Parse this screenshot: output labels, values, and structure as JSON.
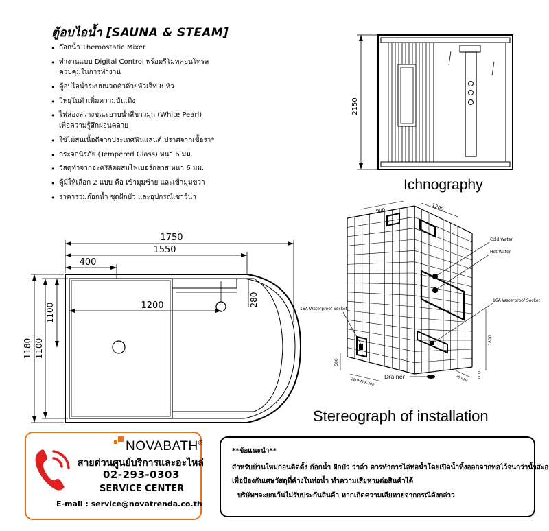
{
  "title": "ตู้อบไอน้ำ [SAUNA & STEAM]",
  "features": [
    "ก๊อกน้ำ Themostatic Mixer",
    "ทำงานแบบ Digital Control พร้อมรีโมทคอนโทรล",
    "ควบคุมในการทำงาน",
    "ตู้อบไอน้ำระบบนวดตัวด้วยหัวเจ็ท 8 หัว",
    "วิทยุในตัวเพิ่มความบันเทิง",
    "ไฟส่องสว่างขณะอาบน้ำสีขาวมุก (White Pearl)",
    "เพื่อความรู้สึกผ่อนคลาย",
    "ใช้ไม้สนเนื้อดีจากประเทศฟินแลนด์ ปราศจากเชื้อรา*",
    "กระจกนิรภัย (Tempered Glass) หนา 6 มม.",
    "วัสดุทำจากอะคริลิคผสมไฟเบอร์กลาส หนา 6 มม.",
    "ตู้มีให้เลือก 2 แบบ คือ เข้ามุมซ้าย และเข้ามุมขวา",
    "ราคารวมก๊อกน้ำ ชุดฝักบัว และอุปกรณ์เซาว์น่า"
  ],
  "feature_bullets": [
    true,
    true,
    false,
    true,
    true,
    true,
    false,
    true,
    true,
    true,
    true,
    true
  ],
  "plan": {
    "dim_total_width": "1750",
    "dim_inner_width": "1550",
    "dim_seat": "400",
    "dim_depth_outer": "1180",
    "dim_depth_mid": "1100",
    "dim_depth_inner": "1100",
    "dim_inner_length": "1200",
    "dim_drain_offset": "280"
  },
  "ichnography": {
    "label": "Ichnography",
    "height_dim": "2150"
  },
  "stereograph": {
    "label": "Stereograph of installation",
    "dim_top_left": "900",
    "dim_top_right": "1200",
    "cold_water": "Cold Water",
    "hot_water": "Hot Water",
    "socket_left": "16A Waterproof Socket",
    "socket_right": "16A Waterproof Socket",
    "drainer": "Drainer",
    "dim_right_height": "1800",
    "dim_left_small": "500",
    "dim_bottom_left": "280MM-X-280",
    "dim_bottom_right": "280MM",
    "dim_side": "1100"
  },
  "service": {
    "brand": "NOVABATH",
    "reg": "®",
    "hotline": "สายด่วนศูนย์บริการและอะไหล่",
    "phone": "02-293-0303",
    "center": "SERVICE CENTER",
    "email": "E-mail : service@novatrenda.co.th"
  },
  "note": {
    "heading": "**ข้อแนะนำ**",
    "line1": "สำหรับบ้านใหม่ก่อนติดตั้ง ก๊อกน้ำ ฝักบัว วาล์ว ควรทำการไล่ท่อน้ำโดยเปิดน้ำทิ้งออกจากท่อไว้จนกว่าน้ำสะอาด",
    "line2": "เพื่อป้องกันเศษวัสดุที่ค้างในท่อน้ำ ทำความเสียหายต่อสินค้าได้",
    "line3": "บริษัทฯจะยกเว้นไม่รับประกันสินค้า หากเกิดความเสียหายจากกรณีดังกล่าว"
  },
  "colors": {
    "accent": "#e8711a",
    "phone_icon": "#e02020",
    "ink": "#000000"
  }
}
